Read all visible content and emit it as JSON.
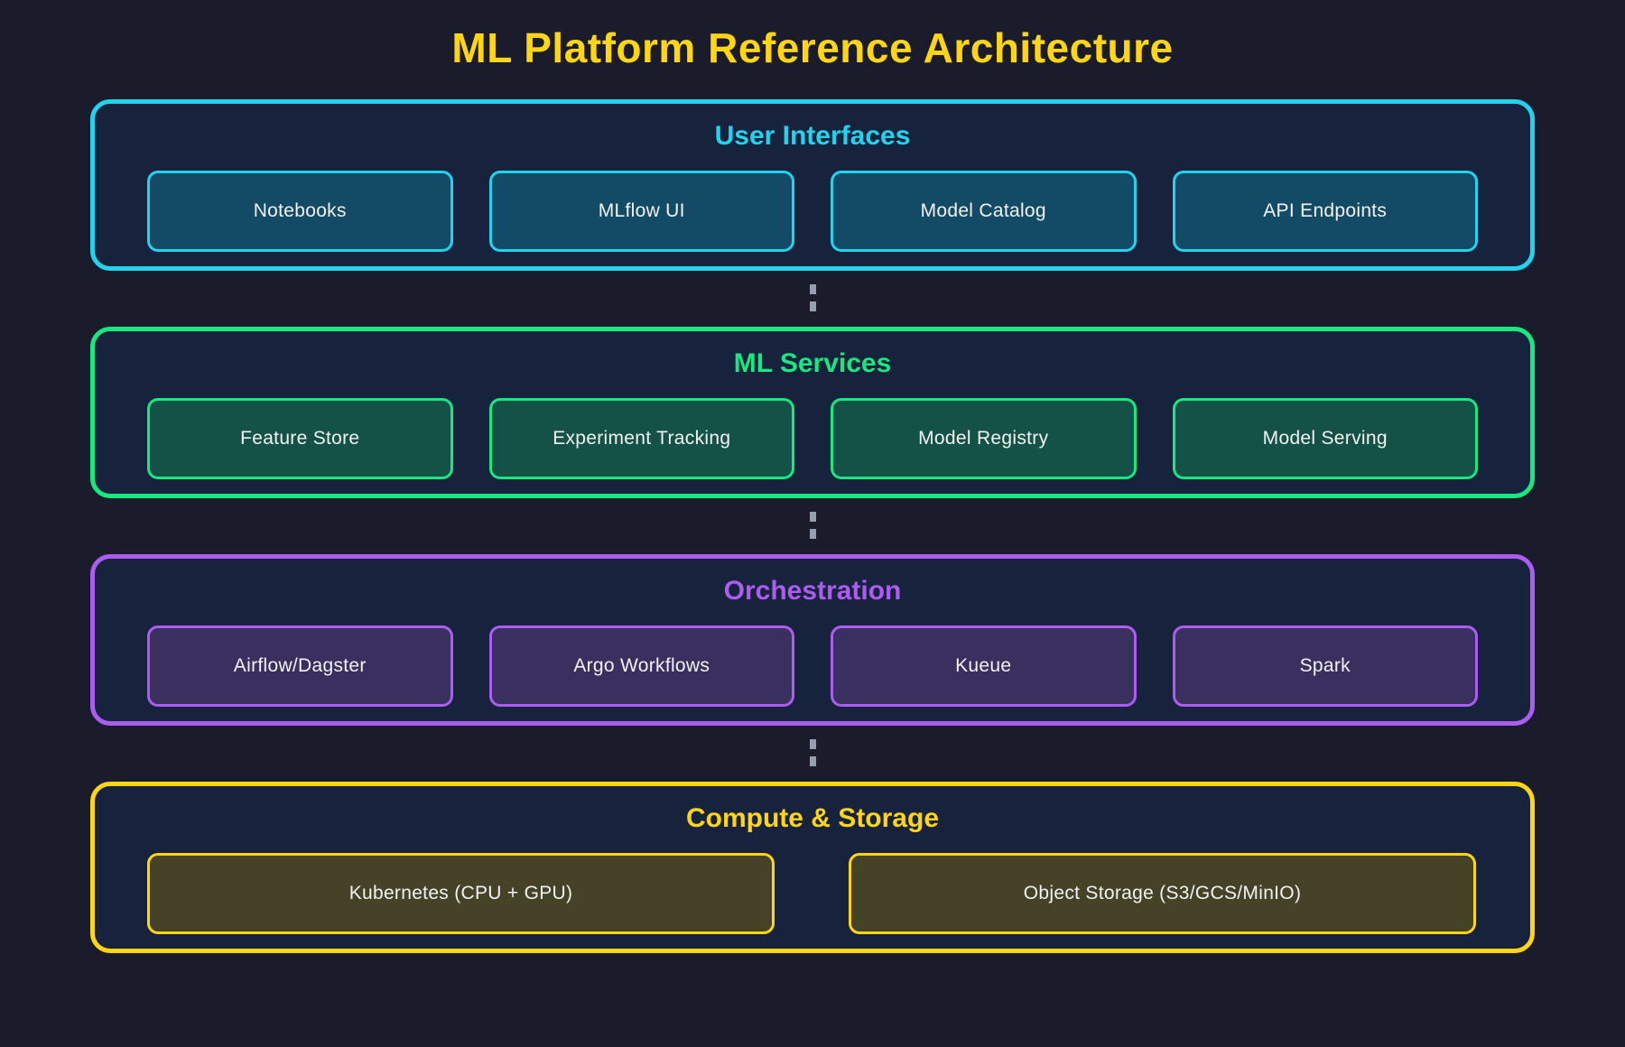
{
  "title": "ML Platform Reference Architecture",
  "colors": {
    "page_background": "#1b1c2b",
    "layer_background": "#17223c",
    "title_yellow": "#ffd514",
    "connector_dash": "#94a0b2",
    "box_text": "#f2f2f2"
  },
  "layers": [
    {
      "name": "User Interfaces",
      "accent": "#22d3ee",
      "item_fill": "#134b66",
      "items": [
        "Notebooks",
        "MLflow UI",
        "Model Catalog",
        "API Endpoints"
      ]
    },
    {
      "name": "ML Services",
      "accent": "#17e87f",
      "item_fill": "#145247",
      "items": [
        "Feature Store",
        "Experiment Tracking",
        "Model Registry",
        "Model Serving"
      ]
    },
    {
      "name": "Orchestration",
      "accent": "#ad5cf2",
      "item_fill": "#393060",
      "items": [
        "Airflow/Dagster",
        "Argo Workflows",
        "Kueue",
        "Spark"
      ]
    },
    {
      "name": "Compute & Storage",
      "accent": "#ffd514",
      "item_fill": "#454228",
      "items": [
        "Kubernetes (CPU + GPU)",
        "Object Storage (S3/GCS/MinIO)"
      ]
    }
  ]
}
